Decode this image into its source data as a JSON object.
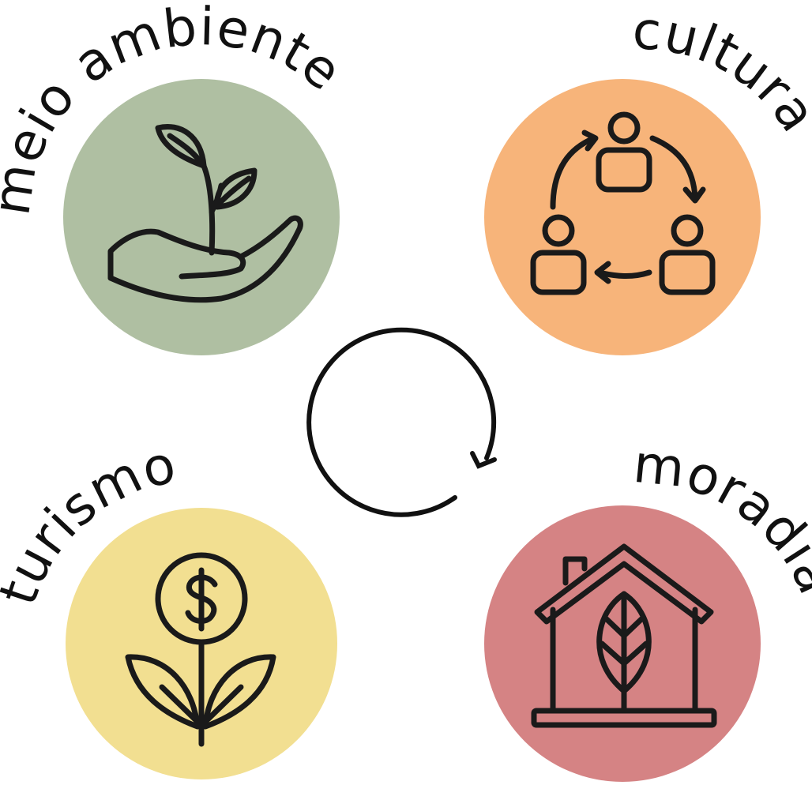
{
  "diagram": {
    "center_icon": "circular-arrow-icon",
    "nodes": [
      {
        "key": "meio_ambiente",
        "label": "meio ambiente",
        "color": "#afbfa2",
        "icon": "hand-sprout-icon"
      },
      {
        "key": "cultura",
        "label": "cultura",
        "color": "#f7b47a",
        "icon": "people-cycle-icon"
      },
      {
        "key": "turismo",
        "label": "turismo",
        "color": "#f2df91",
        "icon": "money-plant-icon"
      },
      {
        "key": "moradia",
        "label": "moradia",
        "color": "#d58384",
        "icon": "house-leaf-icon"
      }
    ]
  }
}
